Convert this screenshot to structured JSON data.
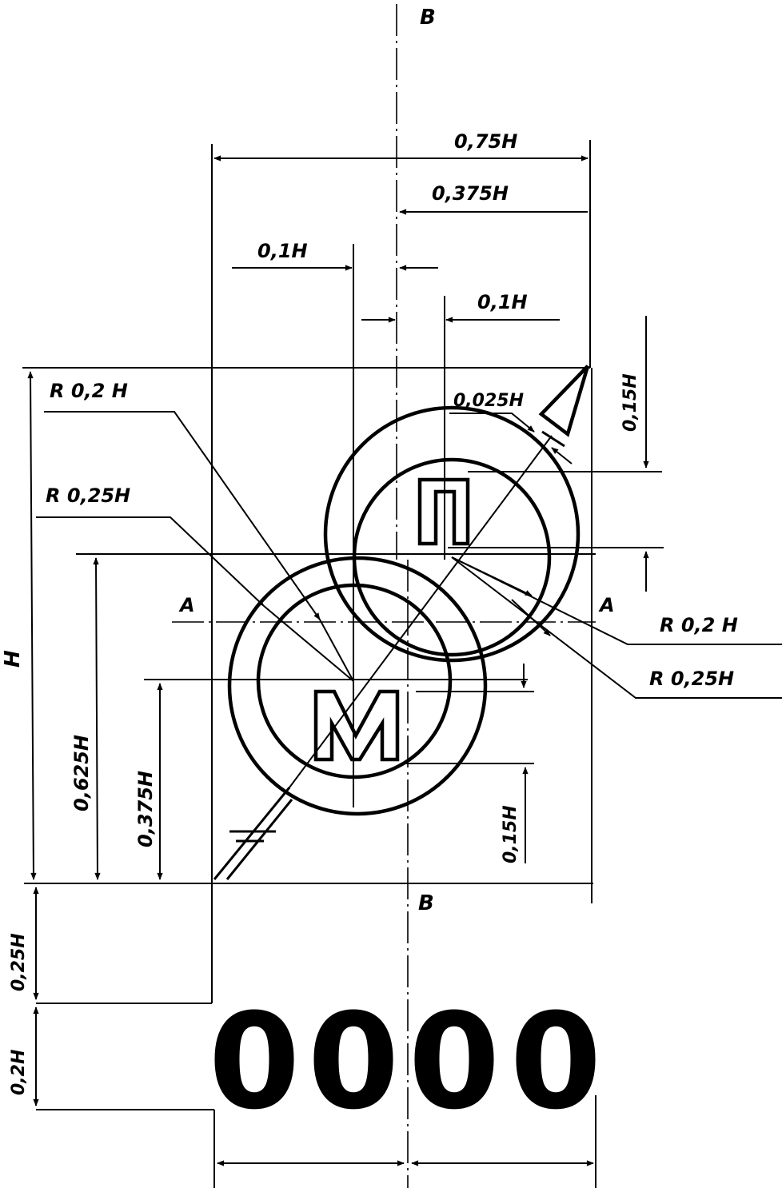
{
  "labels": {
    "axis_b_top": "B",
    "axis_b_bottom": "B",
    "axis_a_left": "A",
    "axis_a_right": "A",
    "dim_075h": "0,75H",
    "dim_0375h_top": "0,375H",
    "dim_01h_left": "0,1H",
    "dim_01h_right": "0,1H",
    "dim_0025h": "0,025H",
    "dim_015h_right": "0,15H",
    "dim_015h_lower": "0,15H",
    "r02h_left": "R 0,2 H",
    "r025h_left": "R 0,25H",
    "r02h_right": "R 0,2 H",
    "r025h_right": "R 0,25H",
    "dim_h": "H",
    "dim_0625h": "0,625H",
    "dim_0375h_left": "0,375H",
    "dim_025h": "0,25H",
    "dim_02h": "0,2H",
    "letter_p": "П",
    "letter_m": "М",
    "digits": [
      "0",
      "0",
      "0",
      "0"
    ]
  }
}
